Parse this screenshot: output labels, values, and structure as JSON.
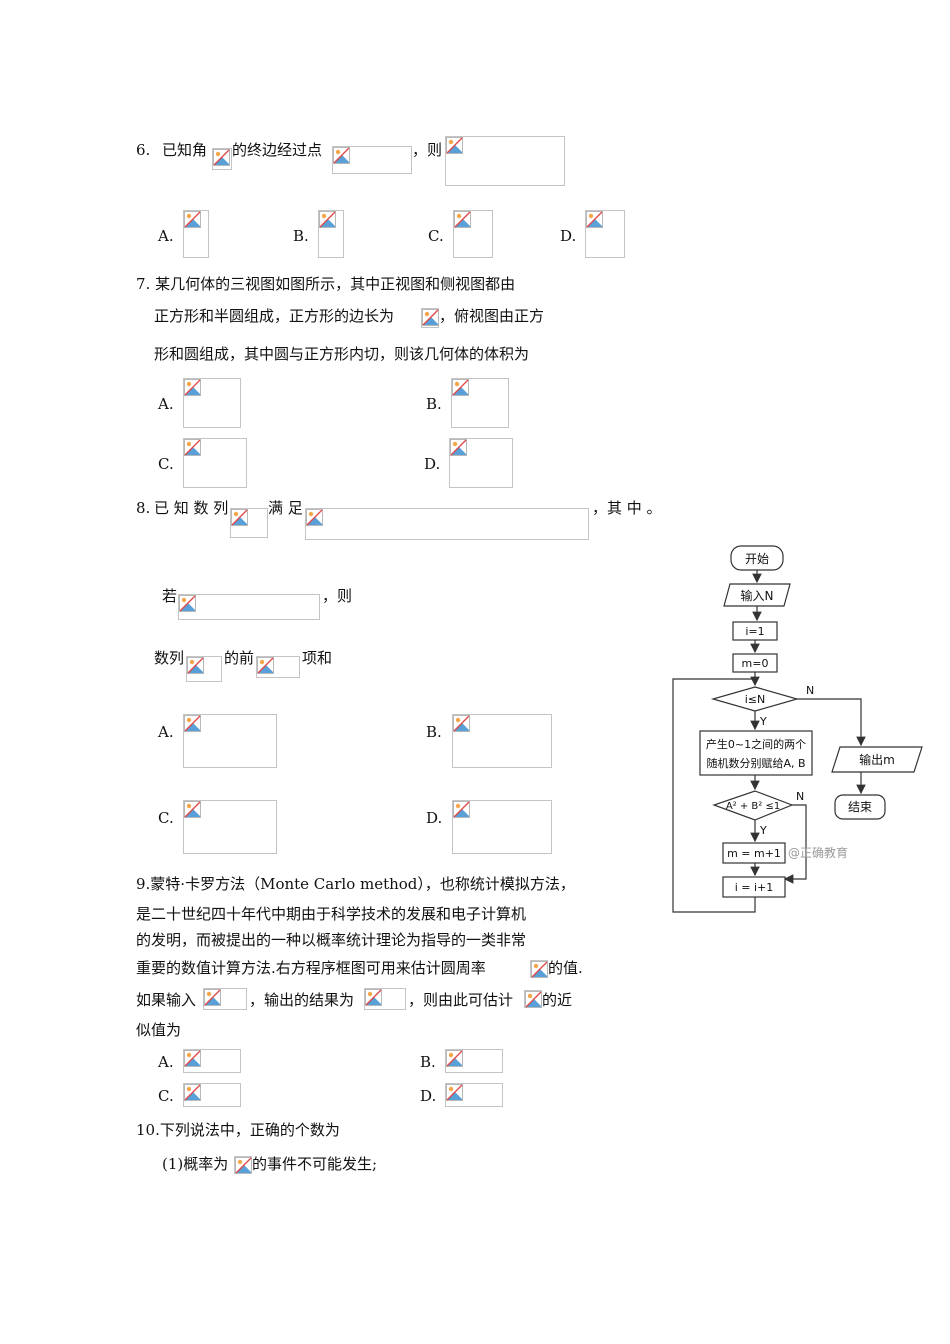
{
  "q6": {
    "num": "6.",
    "text_a": "已知角",
    "text_b": "的终边经过点",
    "text_c": "，则",
    "options": [
      "A.",
      "B.",
      "C.",
      "D."
    ]
  },
  "q7": {
    "line1": "7. 某几何体的三视图如图所示，其中正视图和侧视图都由",
    "line2_a": "正方形和半圆组成，正方形的边长为",
    "line2_b": "，俯视图由正方",
    "line3": "形和圆组成，其中圆与正方形内切，则该几何体的体积为",
    "options": [
      "A.",
      "B.",
      "C.",
      "D."
    ]
  },
  "q8": {
    "num": "8.",
    "text_a": "已 知 数 列",
    "text_b": "满 足",
    "text_c": "，其 中 。",
    "line2_a": "若",
    "line2_b": "，则",
    "line3_a": "数列",
    "line3_b": "的前",
    "line3_c": "项和",
    "options": [
      "A.",
      "B.",
      "C.",
      "D."
    ]
  },
  "q9": {
    "line1": "9.蒙特·卡罗方法（Monte Carlo method），也称统计模拟方法，",
    "line2": "是二十世纪四十年代中期由于科学技术的发展和电子计算机",
    "line3": "的发明，而被提出的一种以概率统计理论为指导的一类非常",
    "line4_a": "重要的数值计算方法.右方程序框图可用来估计圆周率",
    "line4_b": "的值.",
    "line5_a": "如果输入",
    "line5_b": "，输出的结果为",
    "line5_c": "，则由此可估计",
    "line5_d": "的近",
    "line6": "似值为",
    "options": [
      "A.",
      "B.",
      "C.",
      "D."
    ]
  },
  "q10": {
    "line1": "10.下列说法中，正确的个数为",
    "item1_a": "(1)概率为",
    "item1_b": "的事件不可能发生;"
  },
  "flowchart": {
    "start": "开始",
    "input": "输入N",
    "init_i": "i=1",
    "init_m": "m=0",
    "cond1": "i≤N",
    "gen_line1": "产生0~1之间的两个",
    "gen_line2": "随机数分别赋给A, B",
    "cond2": "A² + B² ≤1",
    "update_m": "m = m+1",
    "update_i": "i = i+1",
    "output": "输出m",
    "end": "结束",
    "yes": "Y",
    "no": "N",
    "watermark": "@正确教育"
  }
}
